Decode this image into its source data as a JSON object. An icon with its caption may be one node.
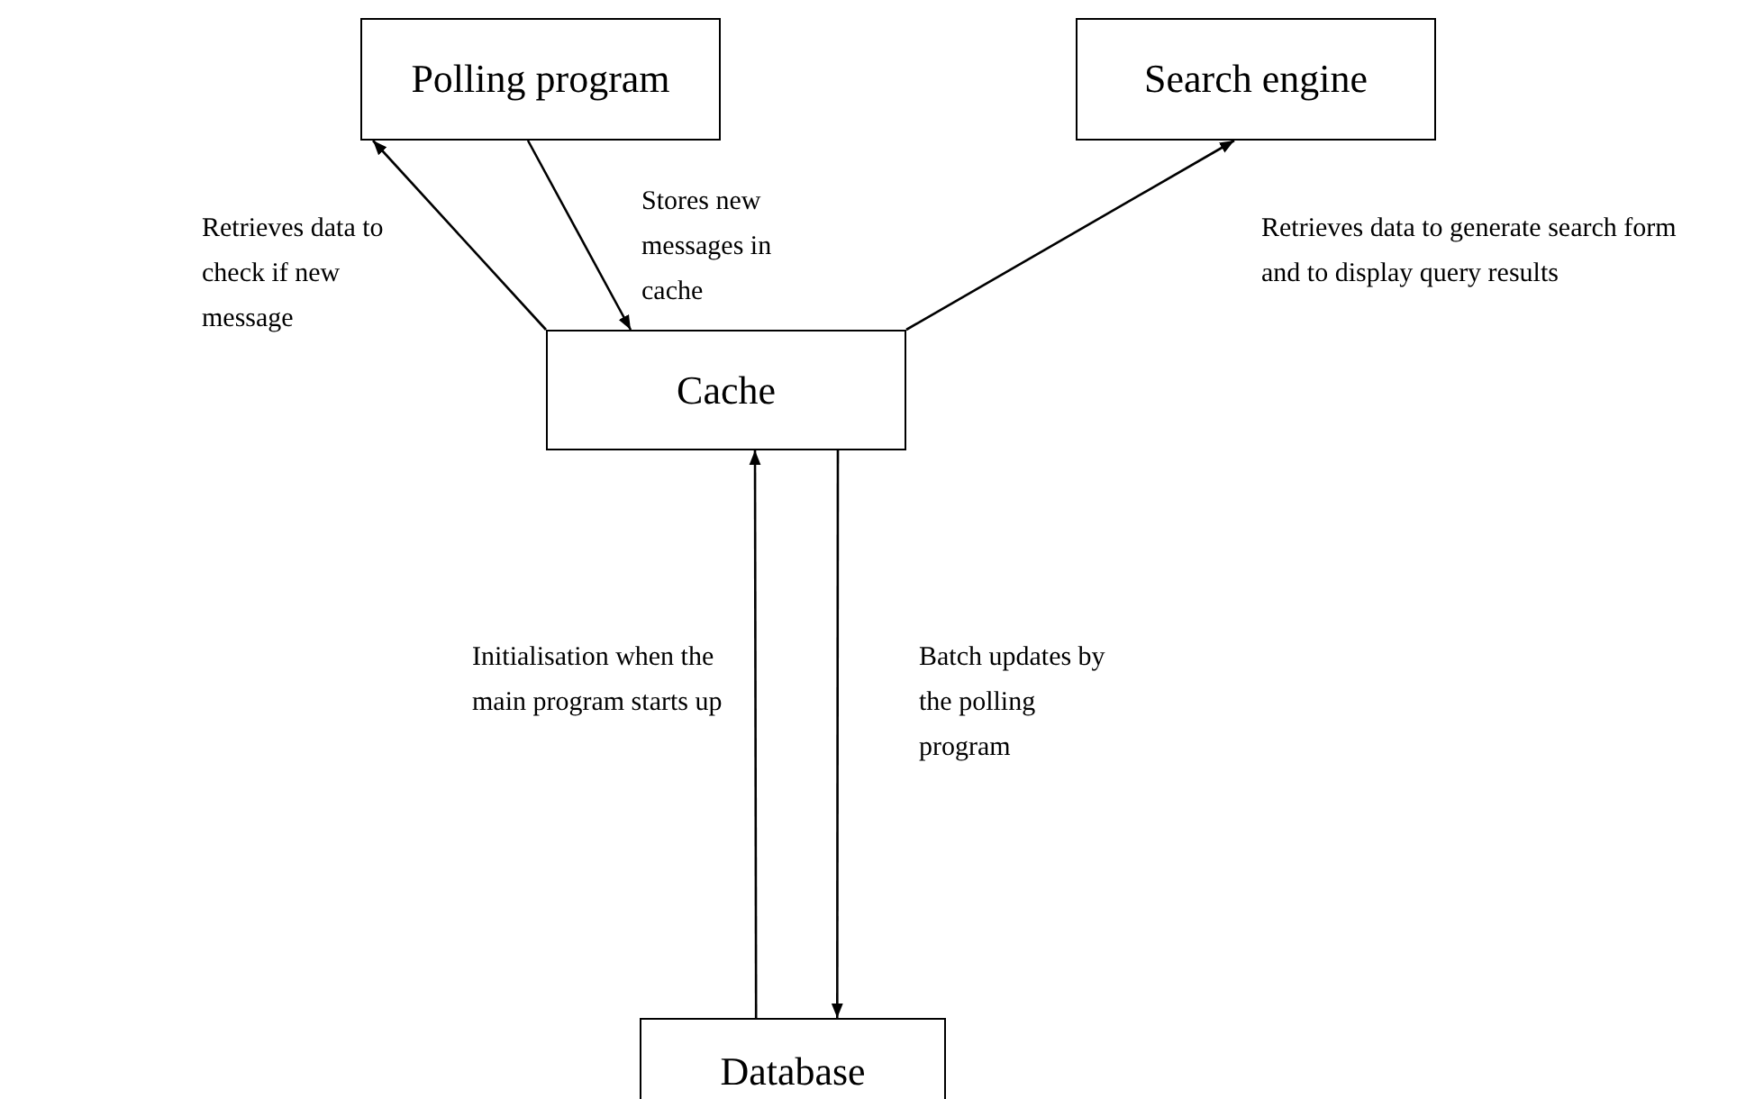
{
  "diagram": {
    "nodes": [
      {
        "text": [
          "Polling program"
        ]
      },
      {
        "text": [
          "Search engine"
        ]
      },
      {
        "text": [
          "Cache"
        ]
      },
      {
        "text": [
          "Database"
        ]
      }
    ],
    "edges": [
      {
        "from": 2,
        "to": 0,
        "arrow": "to",
        "label": "Retrieves data to check if new message"
      },
      {
        "from": 0,
        "to": 2,
        "arrow": "to",
        "label": "Stores new messages in cache"
      },
      {
        "from": 2,
        "to": 1,
        "arrow": "to",
        "label": "Retrieves data to generate search form and to display query results"
      },
      {
        "from": 3,
        "to": 2,
        "arrow": "to",
        "label": "Initialisation when the main program starts up"
      },
      {
        "from": 2,
        "to": 3,
        "arrow": "to",
        "label": "Batch updates by the polling program"
      }
    ]
  }
}
